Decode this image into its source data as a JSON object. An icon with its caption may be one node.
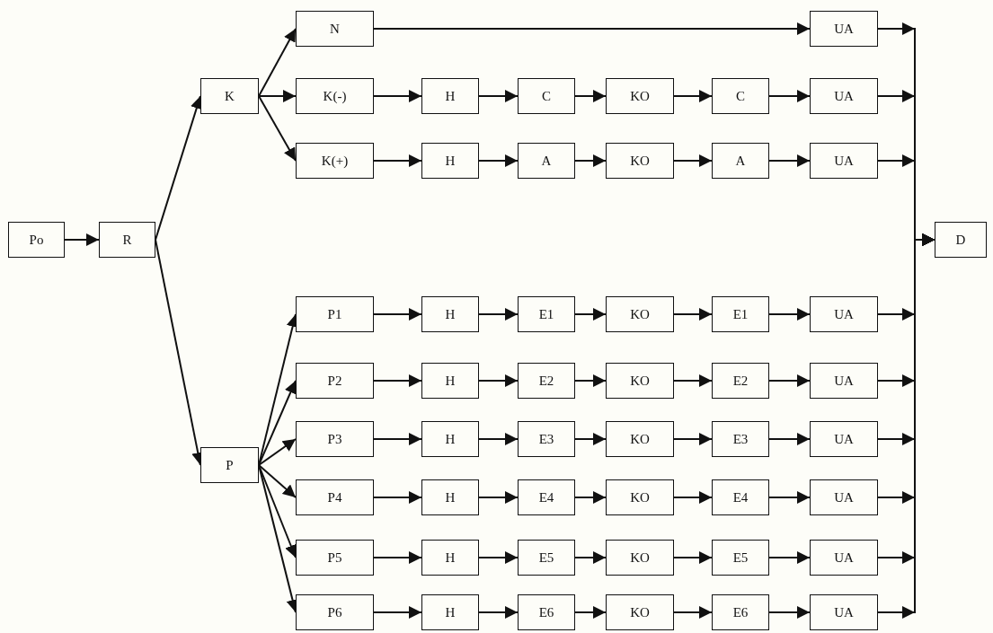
{
  "diagram": {
    "nodes": [
      {
        "text": [
          "Po"
        ]
      },
      {
        "text": [
          "R"
        ]
      },
      {
        "text": [
          "K"
        ]
      },
      {
        "text": [
          "P"
        ]
      },
      {
        "text": [
          "N"
        ]
      },
      {
        "text": [
          "UA"
        ]
      },
      {
        "text": [
          "K(-)"
        ]
      },
      {
        "text": [
          "H"
        ]
      },
      {
        "text": [
          "C"
        ]
      },
      {
        "text": [
          "KO"
        ]
      },
      {
        "text": [
          "C"
        ]
      },
      {
        "text": [
          "UA"
        ]
      },
      {
        "text": [
          "K(+)"
        ]
      },
      {
        "text": [
          "H"
        ]
      },
      {
        "text": [
          "A"
        ]
      },
      {
        "text": [
          "KO"
        ]
      },
      {
        "text": [
          "A"
        ]
      },
      {
        "text": [
          "UA"
        ]
      },
      {
        "text": [
          "P1"
        ]
      },
      {
        "text": [
          "H"
        ]
      },
      {
        "text": [
          "E1"
        ]
      },
      {
        "text": [
          "KO"
        ]
      },
      {
        "text": [
          "E1"
        ]
      },
      {
        "text": [
          "UA"
        ]
      },
      {
        "text": [
          "P2"
        ]
      },
      {
        "text": [
          "H"
        ]
      },
      {
        "text": [
          "E2"
        ]
      },
      {
        "text": [
          "KO"
        ]
      },
      {
        "text": [
          "E2"
        ]
      },
      {
        "text": [
          "UA"
        ]
      },
      {
        "text": [
          "P3"
        ]
      },
      {
        "text": [
          "H"
        ]
      },
      {
        "text": [
          "E3"
        ]
      },
      {
        "text": [
          "KO"
        ]
      },
      {
        "text": [
          "E3"
        ]
      },
      {
        "text": [
          "UA"
        ]
      },
      {
        "text": [
          "P4"
        ]
      },
      {
        "text": [
          "H"
        ]
      },
      {
        "text": [
          "E4"
        ]
      },
      {
        "text": [
          "KO"
        ]
      },
      {
        "text": [
          "E4"
        ]
      },
      {
        "text": [
          "UA"
        ]
      },
      {
        "text": [
          "P5"
        ]
      },
      {
        "text": [
          "H"
        ]
      },
      {
        "text": [
          "E5"
        ]
      },
      {
        "text": [
          "KO"
        ]
      },
      {
        "text": [
          "E5"
        ]
      },
      {
        "text": [
          "UA"
        ]
      },
      {
        "text": [
          "P6"
        ]
      },
      {
        "text": [
          "H"
        ]
      },
      {
        "text": [
          "E6"
        ]
      },
      {
        "text": [
          "KO"
        ]
      },
      {
        "text": [
          "E6"
        ]
      },
      {
        "text": [
          "UA"
        ]
      },
      {
        "text": [
          "D"
        ]
      }
    ],
    "edges": [
      {
        "from": 0,
        "to": 1,
        "arrow": "to"
      },
      {
        "from": 1,
        "to": 2,
        "arrow": "to"
      },
      {
        "from": 1,
        "to": 3,
        "arrow": "to"
      },
      {
        "from": 2,
        "to": 4,
        "arrow": "to"
      },
      {
        "from": 2,
        "to": 6,
        "arrow": "to"
      },
      {
        "from": 2,
        "to": 12,
        "arrow": "to"
      },
      {
        "from": 3,
        "to": 18,
        "arrow": "to"
      },
      {
        "from": 3,
        "to": 24,
        "arrow": "to"
      },
      {
        "from": 3,
        "to": 30,
        "arrow": "to"
      },
      {
        "from": 3,
        "to": 36,
        "arrow": "to"
      },
      {
        "from": 3,
        "to": 42,
        "arrow": "to"
      },
      {
        "from": 3,
        "to": 48,
        "arrow": "to"
      },
      {
        "from": 4,
        "to": 5,
        "arrow": "to"
      },
      {
        "from": 6,
        "to": 7,
        "arrow": "to"
      },
      {
        "from": 7,
        "to": 8,
        "arrow": "to"
      },
      {
        "from": 8,
        "to": 9,
        "arrow": "to"
      },
      {
        "from": 9,
        "to": 10,
        "arrow": "to"
      },
      {
        "from": 10,
        "to": 11,
        "arrow": "to"
      },
      {
        "from": 12,
        "to": 13,
        "arrow": "to"
      },
      {
        "from": 13,
        "to": 14,
        "arrow": "to"
      },
      {
        "from": 14,
        "to": 15,
        "arrow": "to"
      },
      {
        "from": 15,
        "to": 16,
        "arrow": "to"
      },
      {
        "from": 16,
        "to": 17,
        "arrow": "to"
      },
      {
        "from": 18,
        "to": 19,
        "arrow": "to"
      },
      {
        "from": 19,
        "to": 20,
        "arrow": "to"
      },
      {
        "from": 20,
        "to": 21,
        "arrow": "to"
      },
      {
        "from": 21,
        "to": 22,
        "arrow": "to"
      },
      {
        "from": 22,
        "to": 23,
        "arrow": "to"
      },
      {
        "from": 24,
        "to": 25,
        "arrow": "to"
      },
      {
        "from": 25,
        "to": 26,
        "arrow": "to"
      },
      {
        "from": 26,
        "to": 27,
        "arrow": "to"
      },
      {
        "from": 27,
        "to": 28,
        "arrow": "to"
      },
      {
        "from": 28,
        "to": 29,
        "arrow": "to"
      },
      {
        "from": 30,
        "to": 31,
        "arrow": "to"
      },
      {
        "from": 31,
        "to": 32,
        "arrow": "to"
      },
      {
        "from": 32,
        "to": 33,
        "arrow": "to"
      },
      {
        "from": 33,
        "to": 34,
        "arrow": "to"
      },
      {
        "from": 34,
        "to": 35,
        "arrow": "to"
      },
      {
        "from": 36,
        "to": 37,
        "arrow": "to"
      },
      {
        "from": 37,
        "to": 38,
        "arrow": "to"
      },
      {
        "from": 38,
        "to": 39,
        "arrow": "to"
      },
      {
        "from": 39,
        "to": 40,
        "arrow": "to"
      },
      {
        "from": 40,
        "to": 41,
        "arrow": "to"
      },
      {
        "from": 42,
        "to": 43,
        "arrow": "to"
      },
      {
        "from": 43,
        "to": 44,
        "arrow": "to"
      },
      {
        "from": 44,
        "to": 45,
        "arrow": "to"
      },
      {
        "from": 45,
        "to": 46,
        "arrow": "to"
      },
      {
        "from": 46,
        "to": 47,
        "arrow": "to"
      },
      {
        "from": 48,
        "to": 49,
        "arrow": "to"
      },
      {
        "from": 49,
        "to": 50,
        "arrow": "to"
      },
      {
        "from": 50,
        "to": 51,
        "arrow": "to"
      },
      {
        "from": 51,
        "to": 52,
        "arrow": "to"
      },
      {
        "from": 52,
        "to": 53,
        "arrow": "to"
      },
      {
        "from": 5,
        "to": 54,
        "arrow": "to"
      },
      {
        "from": 11,
        "to": 54,
        "arrow": "to"
      },
      {
        "from": 17,
        "to": 54,
        "arrow": "to"
      },
      {
        "from": 23,
        "to": 54,
        "arrow": "to"
      },
      {
        "from": 29,
        "to": 54,
        "arrow": "to"
      },
      {
        "from": 35,
        "to": 54,
        "arrow": "to"
      },
      {
        "from": 41,
        "to": 54,
        "arrow": "to"
      },
      {
        "from": 47,
        "to": 54,
        "arrow": "to"
      },
      {
        "from": 53,
        "to": 54,
        "arrow": "to"
      }
    ]
  }
}
